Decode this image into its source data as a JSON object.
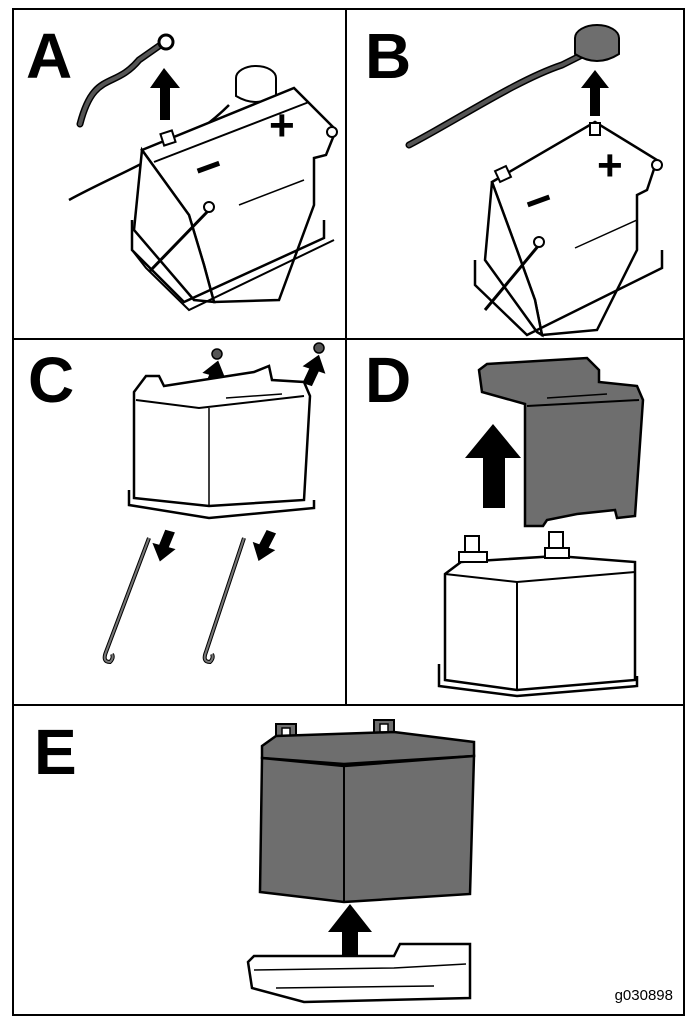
{
  "figure_code": "g030898",
  "panels": [
    {
      "label": "A",
      "step": "remove negative cable from battery post"
    },
    {
      "label": "B",
      "step": "remove positive cable from battery post"
    },
    {
      "label": "C",
      "step": "remove cap nuts and hold-down rods"
    },
    {
      "label": "D",
      "step": "remove battery cover"
    },
    {
      "label": "E",
      "step": "lift battery from tray"
    }
  ],
  "symbols": {
    "negative": "−",
    "positive": "+"
  },
  "colors": {
    "line": "#000000",
    "fill_dark": "#6e6e6e",
    "fill_light": "#ffffff",
    "cable": "#555555"
  }
}
